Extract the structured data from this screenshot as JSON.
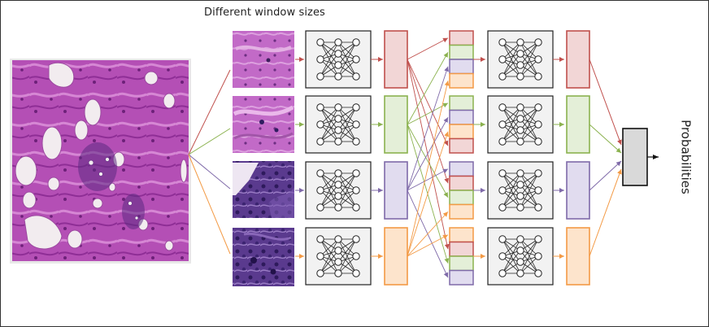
{
  "figure": {
    "caption_top": "Different window sizes",
    "output_label": "Probabilities"
  },
  "colors": {
    "red": "#c0504d",
    "green": "#8bb24f",
    "purple": "#7f6aa9",
    "orange": "#f39a45",
    "red_fill": "#f2d6d6",
    "green_fill": "#e4efd8",
    "purple_fill": "#e1dcef",
    "orange_fill": "#fde4cc",
    "output_fill": "#d9d9d9",
    "network_fill": "#f2f2f2"
  },
  "branches": [
    {
      "id": "red",
      "color": "red"
    },
    {
      "id": "green",
      "color": "green"
    },
    {
      "id": "purple",
      "color": "purple"
    },
    {
      "id": "orange",
      "color": "orange"
    }
  ],
  "concat_orders": [
    [
      "red",
      "green",
      "purple",
      "orange"
    ],
    [
      "green",
      "purple",
      "orange",
      "red"
    ],
    [
      "purple",
      "red",
      "green",
      "orange"
    ],
    [
      "orange",
      "red",
      "green",
      "purple"
    ]
  ]
}
